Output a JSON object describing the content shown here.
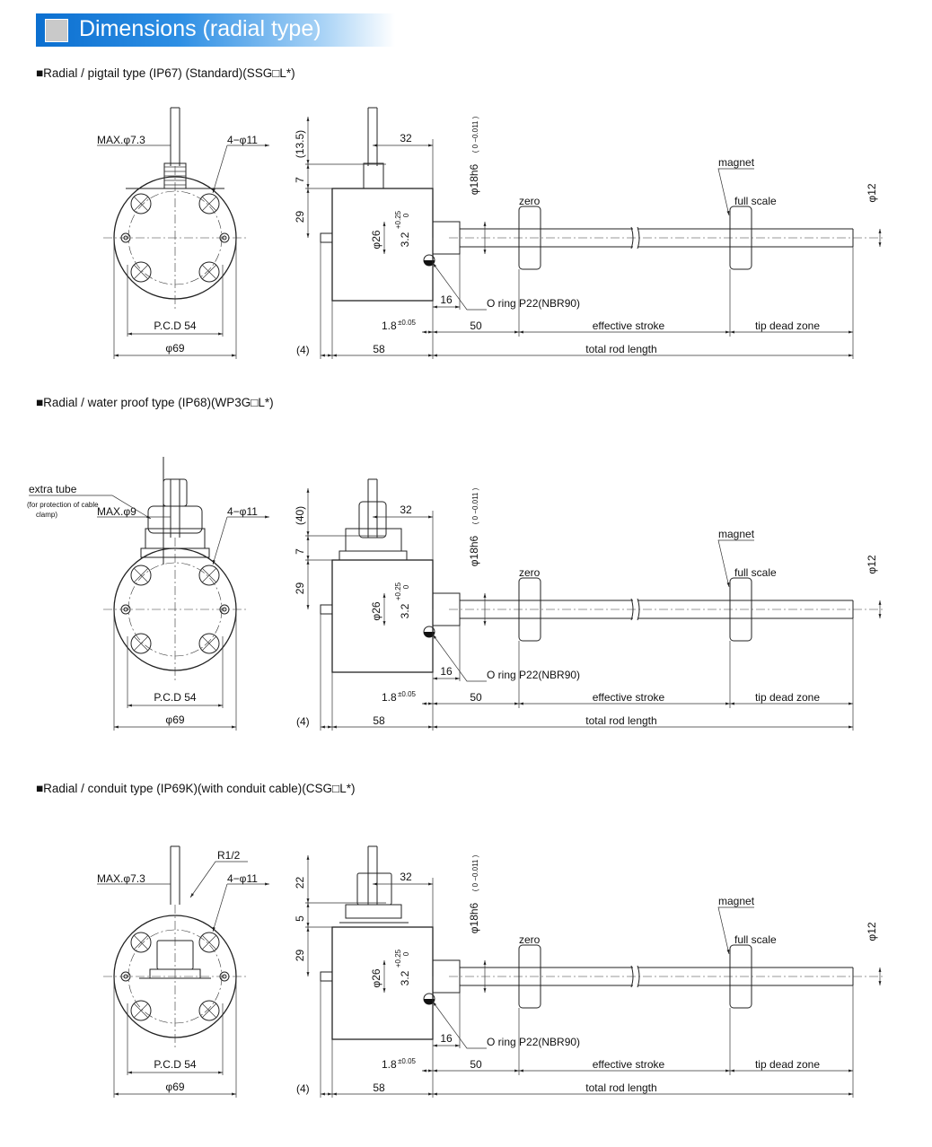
{
  "header": {
    "title": "Dimensions (radial type)"
  },
  "sections": [
    {
      "title": "■Radial / pigtail type (IP67) (Standard)(SSG□L*)",
      "front": {
        "max_dia": "MAX.φ7.3",
        "holes": "4−φ11",
        "pcd": "P.C.D 54",
        "body_dia": "φ69"
      },
      "side": {
        "top_dims": [
          "(13.5)",
          "7",
          "29"
        ],
        "offset": "32",
        "phi26": "φ26",
        "groove": "3.2",
        "groove_tol_up": "+0.25",
        "groove_tol_dn": "0",
        "rod_fit": "φ18h6",
        "rod_fit_tol": "( 0 −0.011 )",
        "rod_dia": "φ12",
        "zero": "zero",
        "magnet": "magnet",
        "full_scale": "full scale",
        "oring": "O ring P22(NBR90)",
        "d16": "16",
        "d18": "1.8",
        "d18_tol": "±0.05",
        "d50": "50",
        "effective_stroke": "effective stroke",
        "tip_dead_zone": "tip dead zone",
        "d4": "(4)",
        "d58": "58",
        "total_rod_length": "total rod length"
      }
    },
    {
      "title": "■Radial / water proof type (IP68)(WP3G□L*)",
      "front": {
        "max_dia": "MAX.φ9",
        "holes": "4−φ11",
        "pcd": "P.C.D 54",
        "body_dia": "φ69",
        "extra_tube": "extra tube",
        "extra_tube_note1": "(for protection of cable",
        "extra_tube_note2": "clamp)"
      },
      "side": {
        "top_dims": [
          "(40)",
          "7",
          "29"
        ],
        "offset": "32",
        "phi26": "φ26",
        "groove": "3.2",
        "groove_tol_up": "+0.25",
        "groove_tol_dn": "0",
        "rod_fit": "φ18h6",
        "rod_fit_tol": "( 0 −0.011 )",
        "rod_dia": "φ12",
        "zero": "zero",
        "magnet": "magnet",
        "full_scale": "full scale",
        "oring": "O ring P22(NBR90)",
        "d16": "16",
        "d18": "1.8",
        "d18_tol": "±0.05",
        "d50": "50",
        "effective_stroke": "effective stroke",
        "tip_dead_zone": "tip dead zone",
        "d4": "(4)",
        "d58": "58",
        "total_rod_length": "total rod length"
      }
    },
    {
      "title": "■Radial / conduit type (IP69K)(with conduit cable)(CSG□L*)",
      "front": {
        "max_dia": "MAX.φ7.3",
        "holes": "4−φ11",
        "pcd": "P.C.D 54",
        "body_dia": "φ69",
        "thread": "R1/2"
      },
      "side": {
        "top_dims": [
          "22",
          "5",
          "29"
        ],
        "offset": "32",
        "phi26": "φ26",
        "groove": "3.2",
        "groove_tol_up": "+0.25",
        "groove_tol_dn": "0",
        "rod_fit": "φ18h6",
        "rod_fit_tol": "( 0 −0.011 )",
        "rod_dia": "φ12",
        "zero": "zero",
        "magnet": "magnet",
        "full_scale": "full scale",
        "oring": "O ring P22(NBR90)",
        "d16": "16",
        "d18": "1.8",
        "d18_tol": "±0.05",
        "d50": "50",
        "effective_stroke": "effective stroke",
        "tip_dead_zone": "tip dead zone",
        "d4": "(4)",
        "d58": "58",
        "total_rod_length": "total rod length"
      }
    }
  ]
}
